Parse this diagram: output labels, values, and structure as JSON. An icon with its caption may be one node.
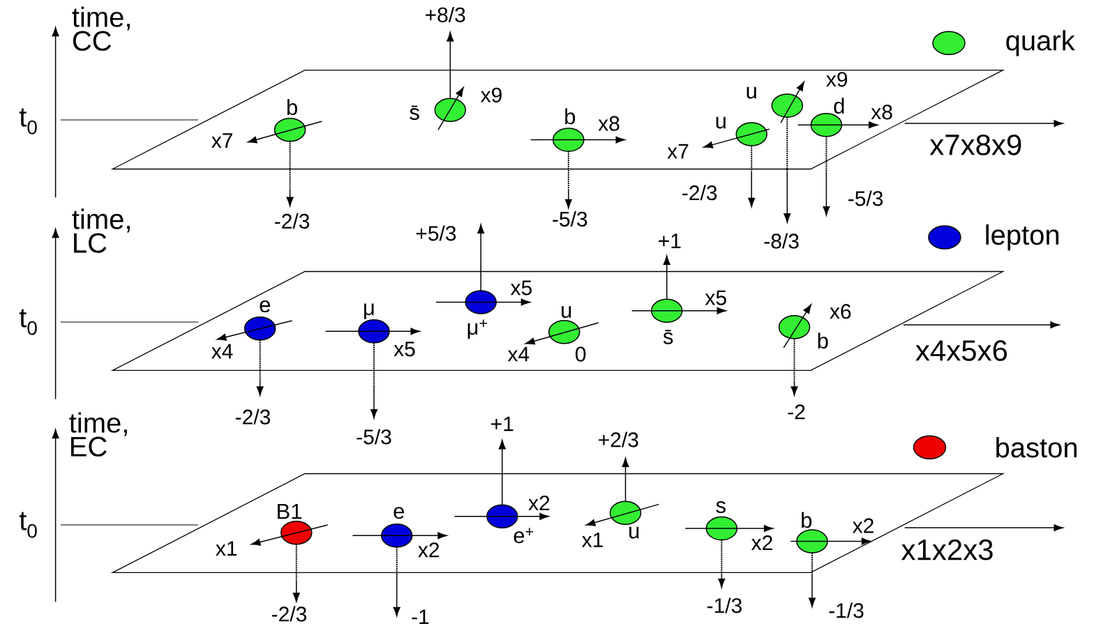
{
  "diagram": {
    "nodes": [
      {
        "text": [
          "b"
        ],
        "beside": [
          "x7",
          "-2/3"
        ]
      },
      {
        "text": [
          "s̄"
        ],
        "beside": [
          "x9",
          "+8/3"
        ]
      },
      {
        "text": [
          "b"
        ],
        "beside": [
          "x8",
          "-5/3"
        ]
      },
      {
        "text": [
          "u"
        ],
        "beside": [
          "x7",
          "-2/3"
        ]
      },
      {
        "text": [
          "u"
        ],
        "beside": [
          "x9"
        ]
      },
      {
        "text": [
          "d"
        ],
        "beside": [
          "x8",
          "-5/3"
        ]
      },
      {
        "text": [
          "e"
        ],
        "beside": [
          "x4",
          "-2/3"
        ]
      },
      {
        "text": [
          "μ"
        ],
        "beside": [
          "x5",
          "-5/3"
        ]
      },
      {
        "text": [
          "μ$^{+}$"
        ],
        "beside": [
          "x5",
          "+5/3"
        ]
      },
      {
        "text": [
          "u"
        ],
        "beside": [
          "x4",
          "0"
        ]
      },
      {
        "text": [
          "s̄"
        ],
        "beside": [
          "x5",
          "+1"
        ]
      },
      {
        "text": [
          "b"
        ],
        "beside": [
          "x6",
          "-2"
        ]
      },
      {
        "text": [
          "B1"
        ],
        "beside": [
          "x1",
          "-2/3"
        ]
      },
      {
        "text": [
          "e"
        ],
        "beside": [
          "x2",
          "-1"
        ]
      },
      {
        "text": [
          "e$^{+}$"
        ],
        "beside": [
          "x2",
          "+1"
        ]
      },
      {
        "text": [
          "u"
        ],
        "beside": [
          "x1",
          "+2/3"
        ]
      },
      {
        "text": [
          "s"
        ],
        "beside": [
          "x2",
          "-1/3"
        ]
      },
      {
        "text": [
          "b"
        ],
        "beside": [
          "x2",
          "-1/3"
        ]
      }
    ],
    "labels": [
      "time, CC",
      "t$_{0}$",
      "x7x8x9",
      "-8/3",
      "time, LC",
      "t$_{0}$",
      "x4x5x6",
      "time, EC",
      "t$_{0}$",
      "x1x2x3"
    ],
    "legend": [
      {
        "text": "quark",
        "color": "#33ee33"
      },
      {
        "text": "lepton",
        "color": "#0000dd"
      },
      {
        "text": "baston",
        "color": "#ee0000"
      }
    ]
  }
}
